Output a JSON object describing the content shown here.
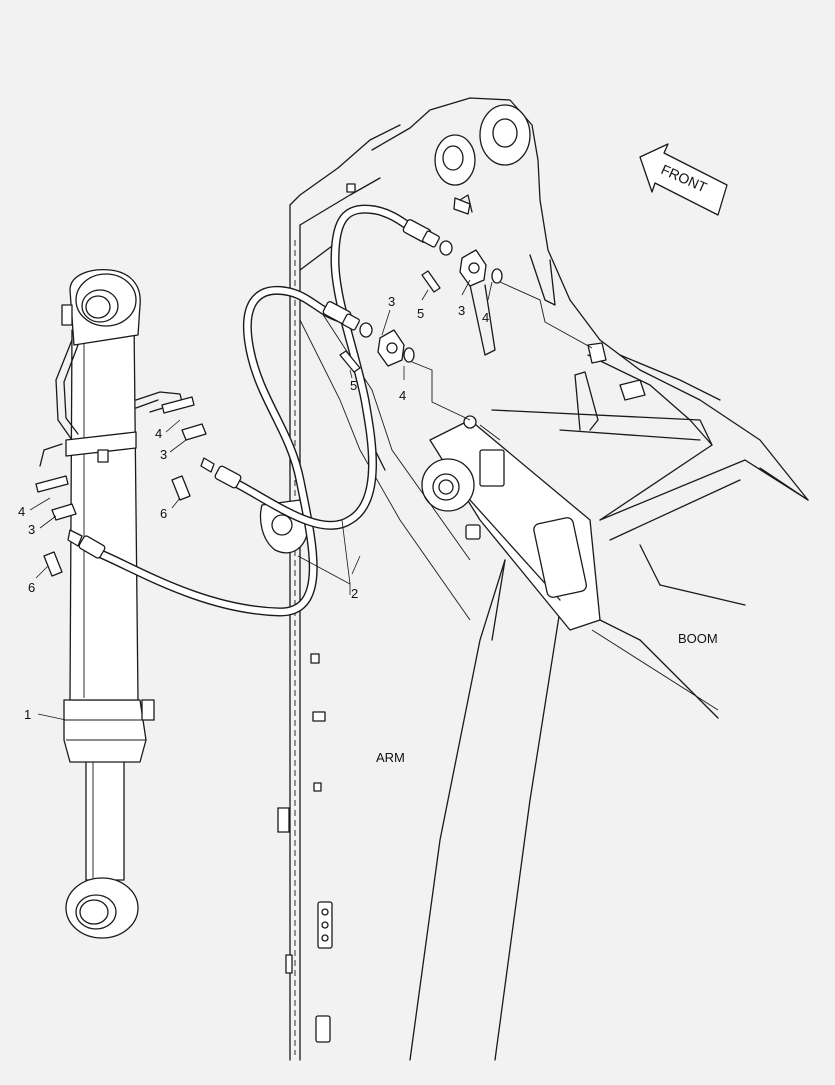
{
  "diagram": {
    "front_arrow_label": "FRONT",
    "region_labels": {
      "boom": "BOOM",
      "arm": "ARM"
    },
    "callouts": {
      "cylinder": "1",
      "hose": "2",
      "clamp_upper_a": "3",
      "clamp_upper_b": "3",
      "oring_upper_a": "4",
      "oring_upper_b": "4",
      "bolt_upper_a": "5",
      "bolt_upper_b": "5",
      "oring_left": "4",
      "clamp_left": "3",
      "bolt_left": "6",
      "oring_mid": "4",
      "clamp_mid": "3",
      "bolt_mid": "6"
    }
  }
}
